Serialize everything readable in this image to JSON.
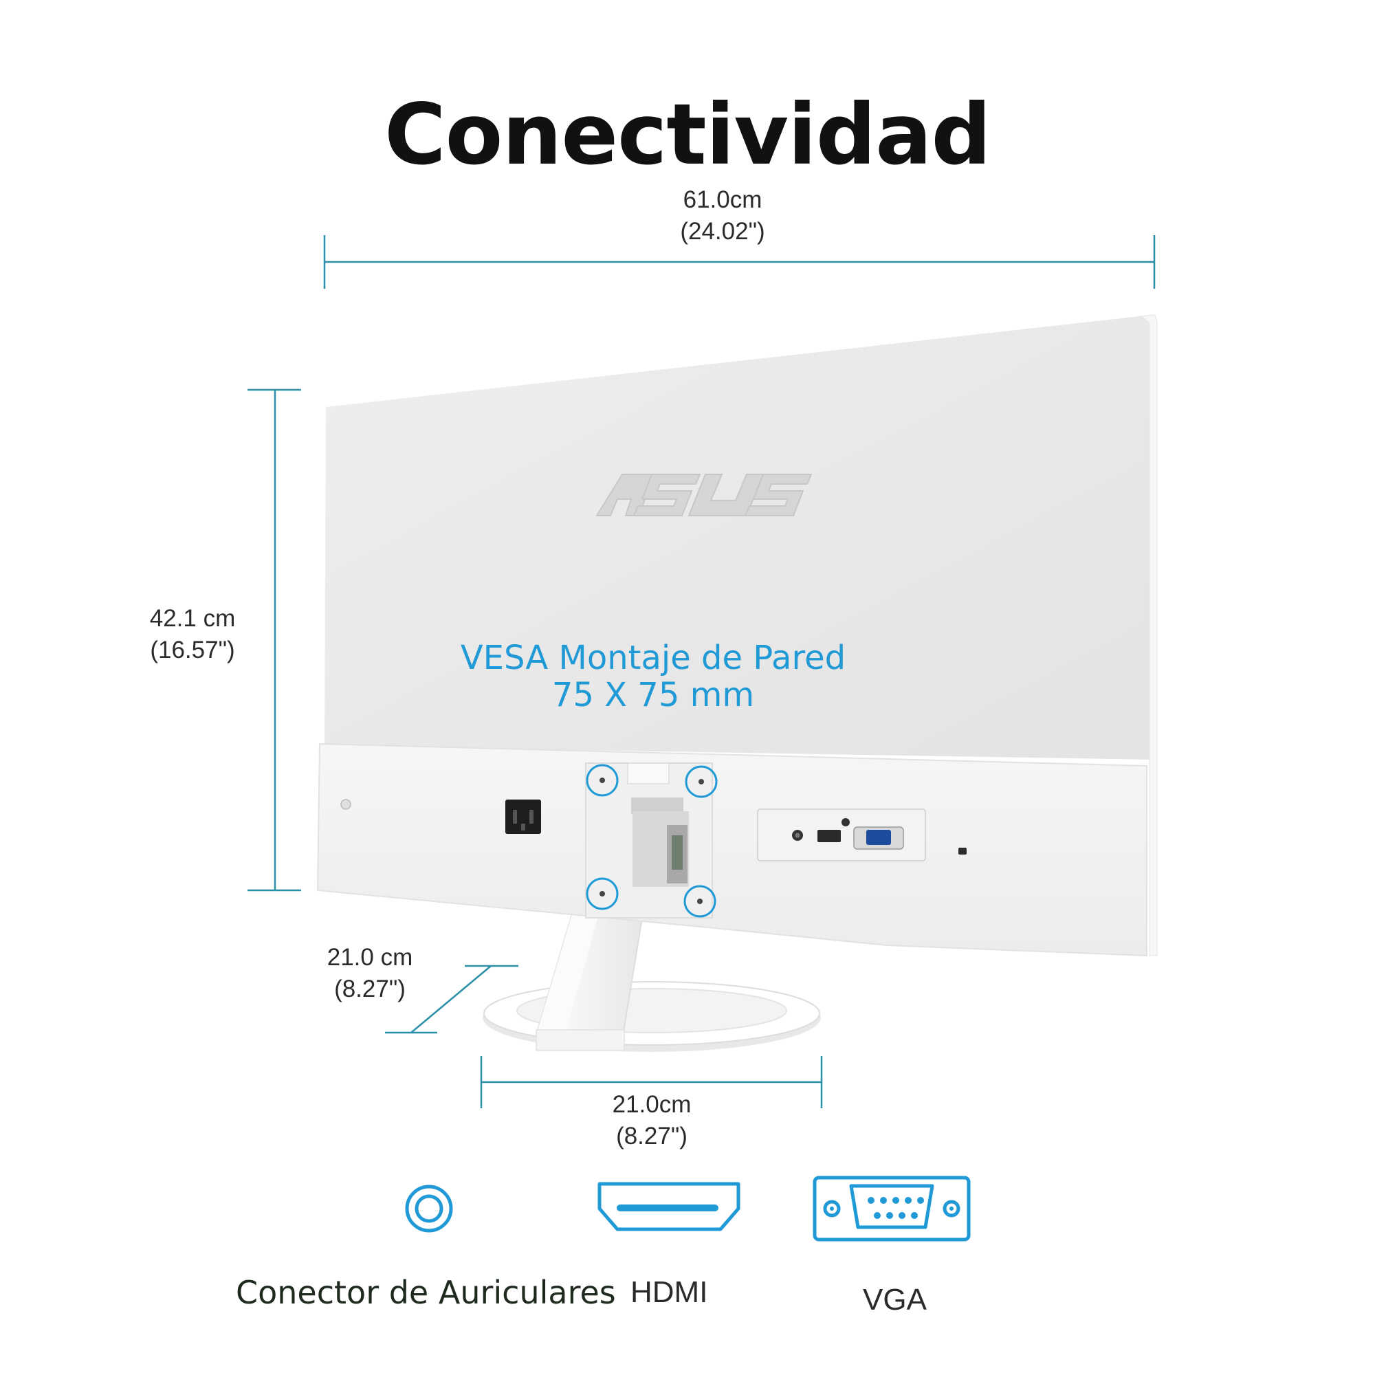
{
  "title": "Conectividad",
  "dimensions": {
    "width": {
      "metric": "61.0cm",
      "imperial": "(24.02\")"
    },
    "height": {
      "metric": "42.1 cm",
      "imperial": "(16.57\")"
    },
    "base_depth": {
      "metric": "21.0 cm",
      "imperial": "(8.27\")"
    },
    "base_width": {
      "metric": "21.0cm",
      "imperial": "(8.27\")"
    }
  },
  "vesa": {
    "line1": "VESA Montaje de Pared",
    "line2": "75 X 75 mm"
  },
  "brand_logo": "ASUS",
  "ports": [
    {
      "label": "Conector de Auriculares",
      "icon": "headphone-jack-icon"
    },
    {
      "label": "HDMI",
      "icon": "hdmi-port-icon"
    },
    {
      "label": "VGA",
      "icon": "vga-port-icon"
    }
  ],
  "colors": {
    "accent": "#1f9ad6",
    "dimension_line": "#2b8fa8",
    "title": "#111111"
  }
}
